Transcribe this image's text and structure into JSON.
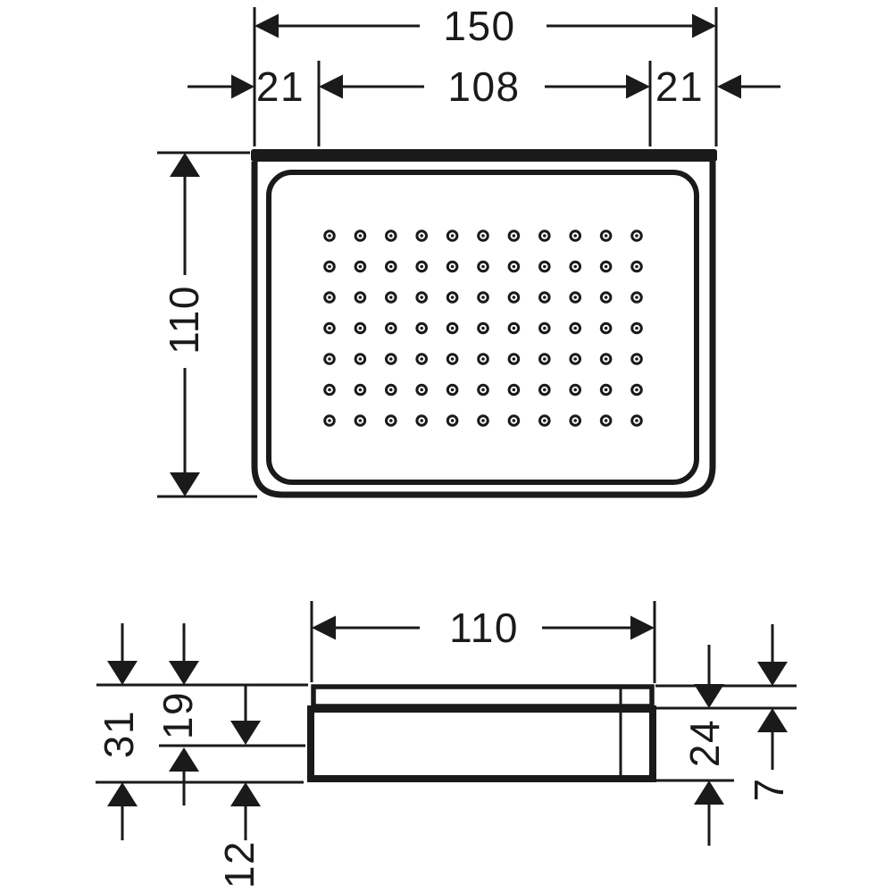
{
  "drawing": {
    "background_color": "#ffffff",
    "ink_color": "#1a1a1a"
  },
  "top_view": {
    "perforation": {
      "rows": 7,
      "cols": 11
    },
    "dims": {
      "overall_width": "150",
      "left_inset": "21",
      "center_span": "108",
      "right_inset": "21",
      "depth": "110"
    }
  },
  "side_view": {
    "dims": {
      "depth": "110",
      "overall_height": "31",
      "upper_height": "19",
      "lower_height": "12",
      "body_height": "24",
      "rim_height": "7"
    }
  }
}
